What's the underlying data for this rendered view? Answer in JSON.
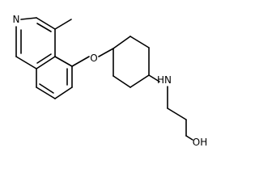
{
  "molecule": {
    "atoms": {
      "nitrogen_ring": "N",
      "oxygen_ether": "O",
      "amine": "HN",
      "hydroxyl": "OH"
    }
  }
}
